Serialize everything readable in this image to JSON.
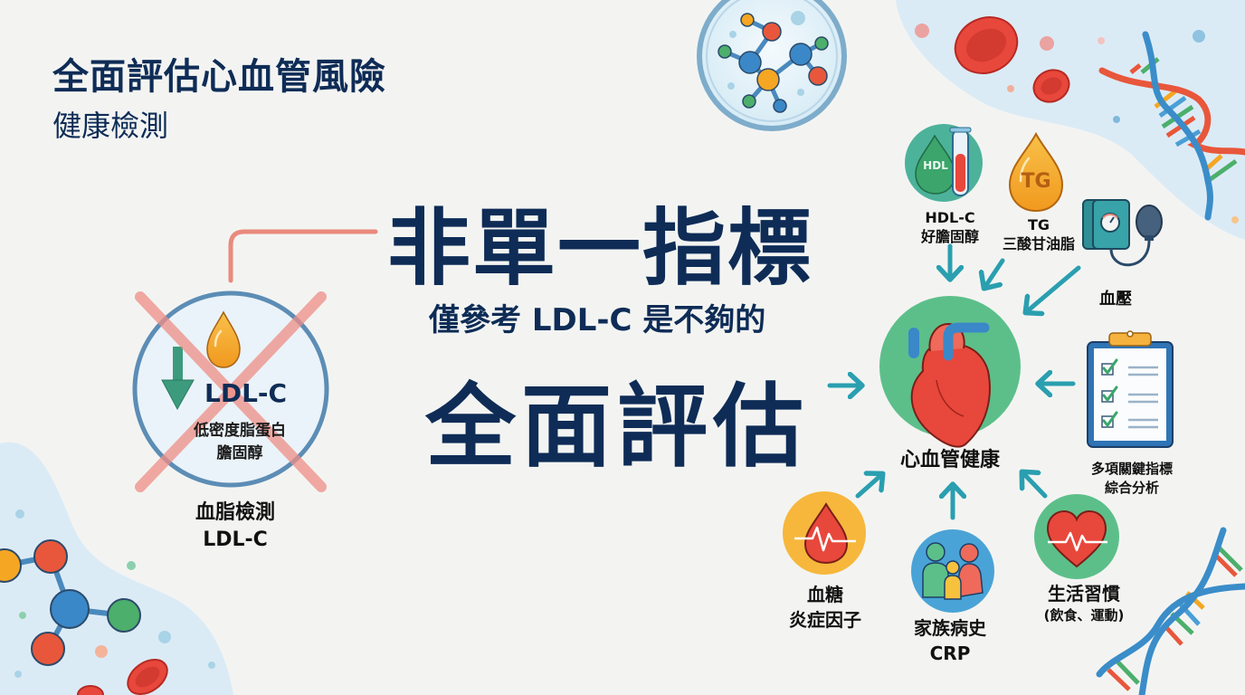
{
  "header": {
    "title": "全面評估心血管風險",
    "subtitle": "健康檢測"
  },
  "headline": {
    "line1": "非單一指標",
    "line2": "僅參考 LDL-C 是不夠的",
    "line3": "全面評估"
  },
  "ldl_panel": {
    "label": "LDL-C",
    "desc_line1": "低密度脂蛋白",
    "desc_line2": "膽固醇",
    "caption_line1": "血脂檢測",
    "caption_line2": "LDL-C",
    "status": "crossed-out"
  },
  "hub": {
    "label": "心血管健康",
    "icon": "heart-icon"
  },
  "factors": [
    {
      "id": "hdl",
      "line1": "HDL-C",
      "line2": "好膽固醇",
      "icon_text": "HDL",
      "icon": "hdl-drop-test-tube-icon"
    },
    {
      "id": "tg",
      "line1": "TG",
      "line2": "三酸甘油脂",
      "icon_text": "TG",
      "icon": "tg-drop-icon"
    },
    {
      "id": "bp",
      "line1": "血壓",
      "icon": "blood-pressure-monitor-icon"
    },
    {
      "id": "multi",
      "line1": "多項關鍵指標",
      "line2": "綜合分析",
      "icon": "clipboard-checklist-icon"
    },
    {
      "id": "life",
      "line1": "生活習慣",
      "line2": "(飲食、運動)",
      "icon": "heart-pulse-icon"
    },
    {
      "id": "family",
      "line1": "家族病史",
      "line2": "CRP",
      "icon": "family-icon"
    },
    {
      "id": "sugar",
      "line1": "血糖",
      "line2": "炎症因子",
      "icon": "blood-drop-pulse-icon"
    }
  ],
  "colors": {
    "navy": "#0e2c56",
    "teal_arrow": "#2a9fb0",
    "coral": "#ea8a7c",
    "green_circle": "#5cbf8a",
    "orange": "#f5a623",
    "blue_circle": "#4aa3d6",
    "background": "#f3f4f2",
    "blob_blue": "#d9eaf5"
  }
}
